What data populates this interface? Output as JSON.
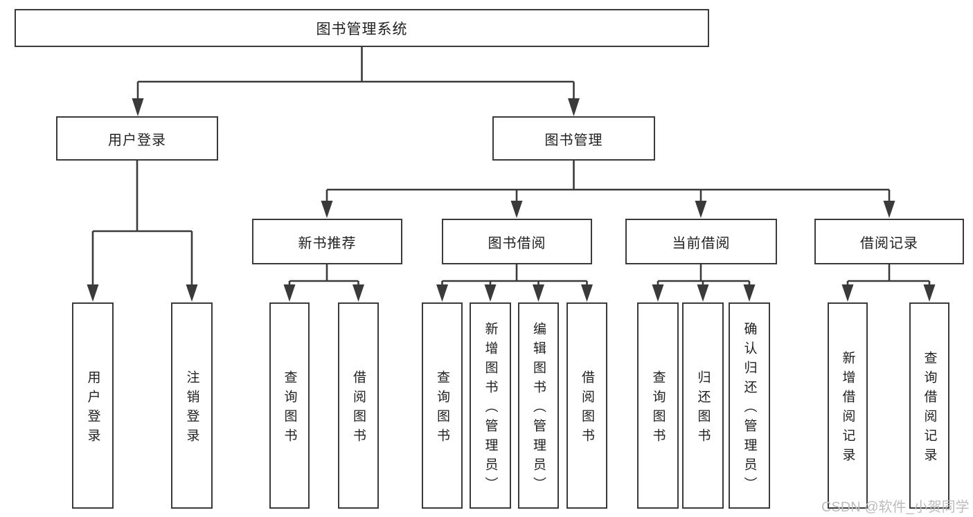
{
  "tree": {
    "label": "图书管理系统",
    "children": [
      {
        "label": "用户登录",
        "children": [
          {
            "label": "用户登录"
          },
          {
            "label": "注销登录"
          }
        ]
      },
      {
        "label": "图书管理",
        "children": [
          {
            "label": "新书推荐",
            "children": [
              {
                "label": "查询图书"
              },
              {
                "label": "借阅图书"
              }
            ]
          },
          {
            "label": "图书借阅",
            "children": [
              {
                "label": "查询图书"
              },
              {
                "label": "新增图书（管理员）"
              },
              {
                "label": "编辑图书（管理员）"
              },
              {
                "label": "借阅图书"
              }
            ]
          },
          {
            "label": "当前借阅",
            "children": [
              {
                "label": "查询图书"
              },
              {
                "label": "归还图书"
              },
              {
                "label": "确认归还（管理员）"
              }
            ]
          },
          {
            "label": "借阅记录",
            "children": [
              {
                "label": "新增借阅记录"
              },
              {
                "label": "查询借阅记录"
              }
            ]
          }
        ]
      }
    ]
  },
  "watermark": {
    "text": "CSDN @软件_小贺同学"
  },
  "colors": {
    "line": "#3a3a3a",
    "text": "#1f1f1f",
    "box_bg": "#ffffff",
    "watermark": "#bcbcbc",
    "background": "#ffffff"
  }
}
